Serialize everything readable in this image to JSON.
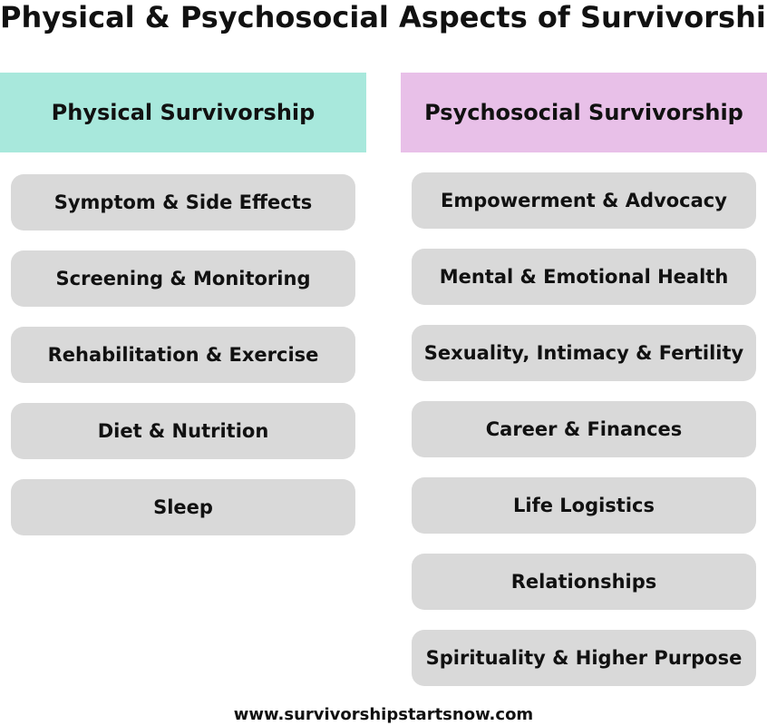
{
  "title": "Physical & Psychosocial Aspects of Survivorship",
  "colors": {
    "physical_header": "#a8e8dc",
    "psychosocial_header": "#e8c0e8",
    "item_background": "#d9d9d9"
  },
  "physical": {
    "header": "Physical Survivorship",
    "items": [
      "Symptom & Side Effects",
      "Screening & Monitoring",
      "Rehabilitation & Exercise",
      "Diet & Nutrition",
      "Sleep"
    ]
  },
  "psychosocial": {
    "header": "Psychosocial Survivorship",
    "items": [
      "Empowerment & Advocacy",
      "Mental & Emotional Health",
      "Sexuality, Intimacy & Fertility",
      "Career & Finances",
      "Life Logistics",
      "Relationships",
      "Spirituality & Higher Purpose"
    ]
  },
  "footer": "www.survivorshipstartsnow.com"
}
